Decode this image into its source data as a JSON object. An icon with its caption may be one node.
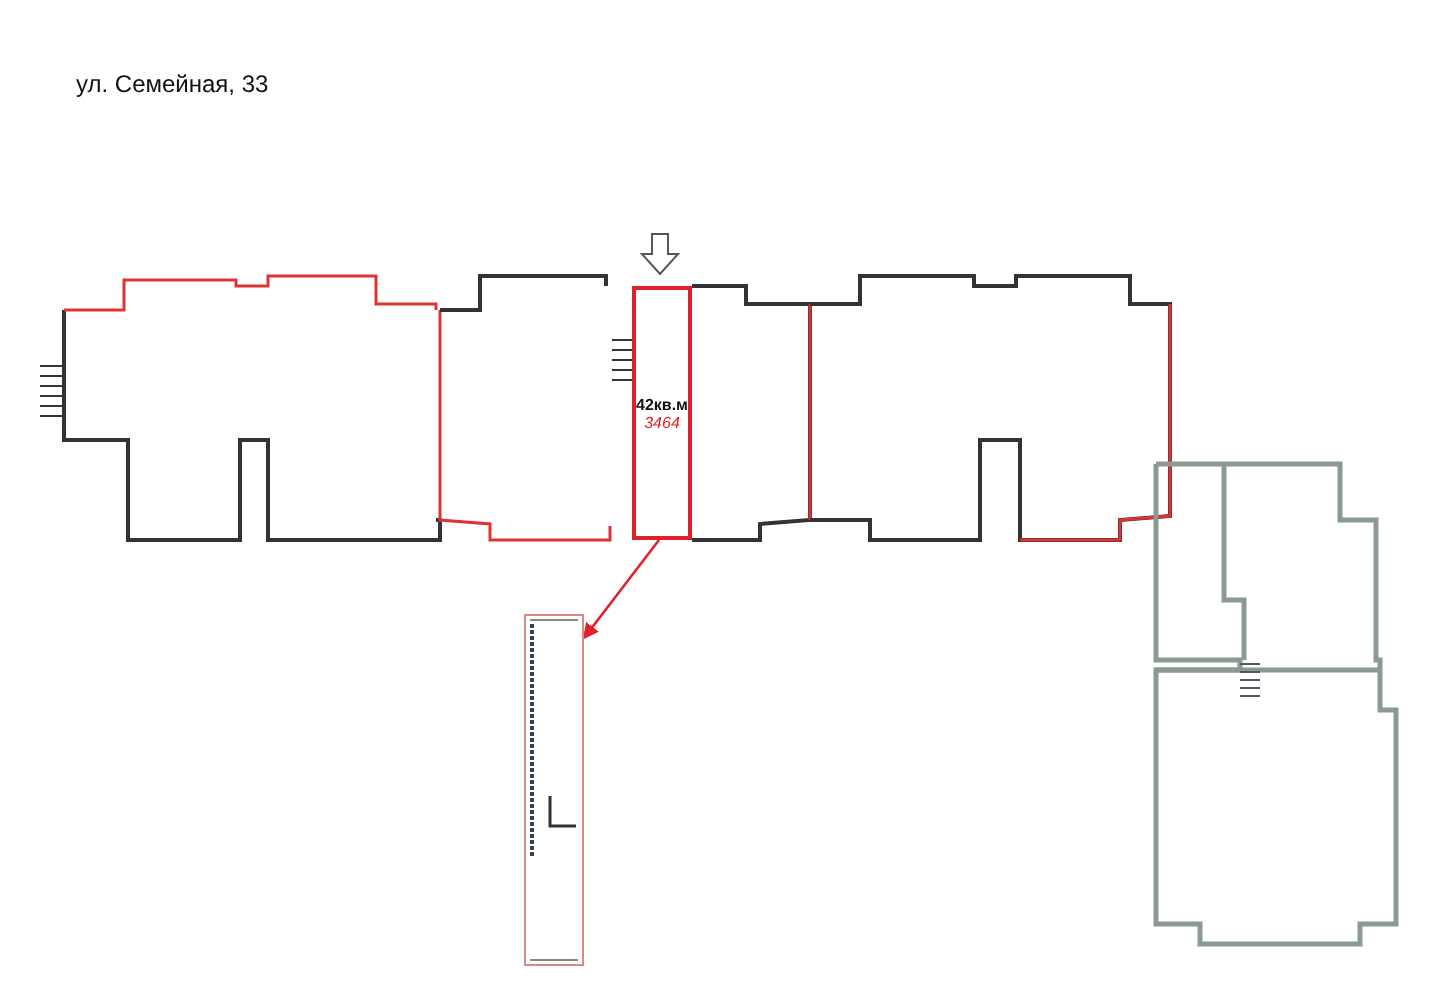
{
  "diagram": {
    "title": "ул. Семейная, 33",
    "nodes": [
      {
        "text": [
          "42кв.м",
          "3464"
        ]
      },
      {
        "text": [],
        "shape": "picture"
      }
    ],
    "edges": [
      {
        "from": 0,
        "to": 1,
        "arrow": "to"
      }
    ]
  }
}
